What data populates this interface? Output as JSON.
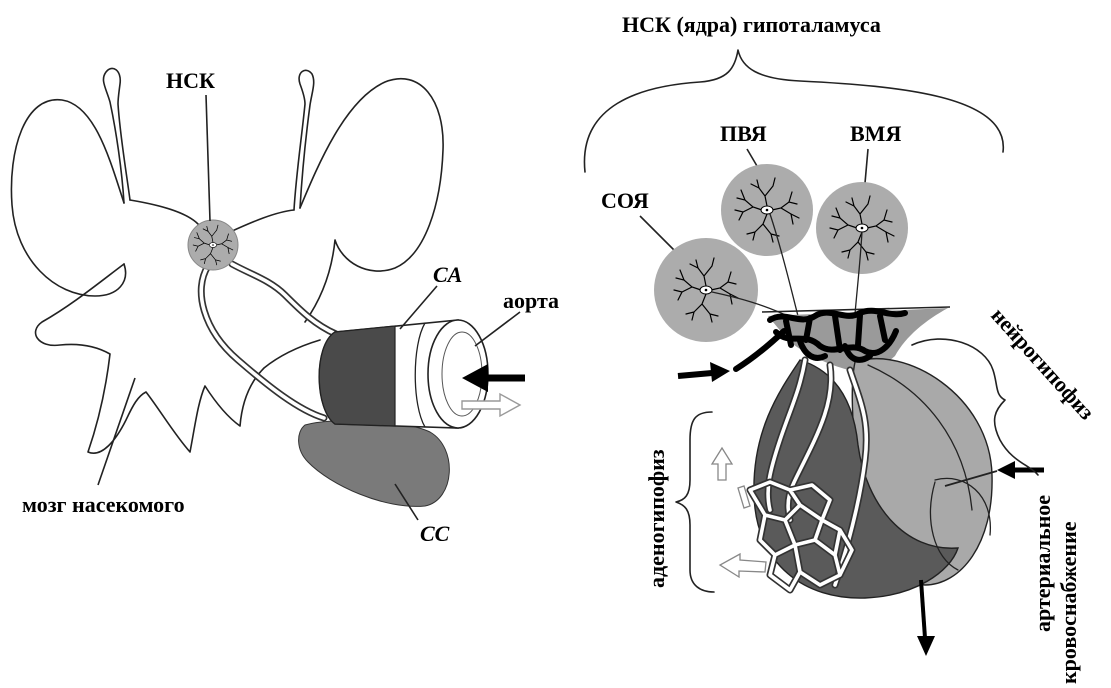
{
  "left_figure": {
    "nsk_label": "НСК",
    "ca_label": "CA",
    "aorta_label": "аорта",
    "cc_label": "CC",
    "brain_label": "мозг насекомого"
  },
  "right_figure": {
    "title": "НСК (ядра) гипоталамуса",
    "pvya_label": "ПВЯ",
    "vmya_label": "ВМЯ",
    "soya_label": "СОЯ",
    "neurohypophysis_label": "нейрогипофиз",
    "adenohypophysis_label": "аденогипофиз",
    "arterial_supply_line1": "артериальное",
    "arterial_supply_line2": "кровоснабжение"
  },
  "colors": {
    "nucleus_fill": "#acacac",
    "ca_fill": "#4a4a4a",
    "cc_fill": "#7a7a7a",
    "adenohypophysis_fill": "#5a5a5a",
    "neurohypophysis_fill": "#a9a9a9",
    "infundibulum_fill": "#9a9a9a"
  }
}
